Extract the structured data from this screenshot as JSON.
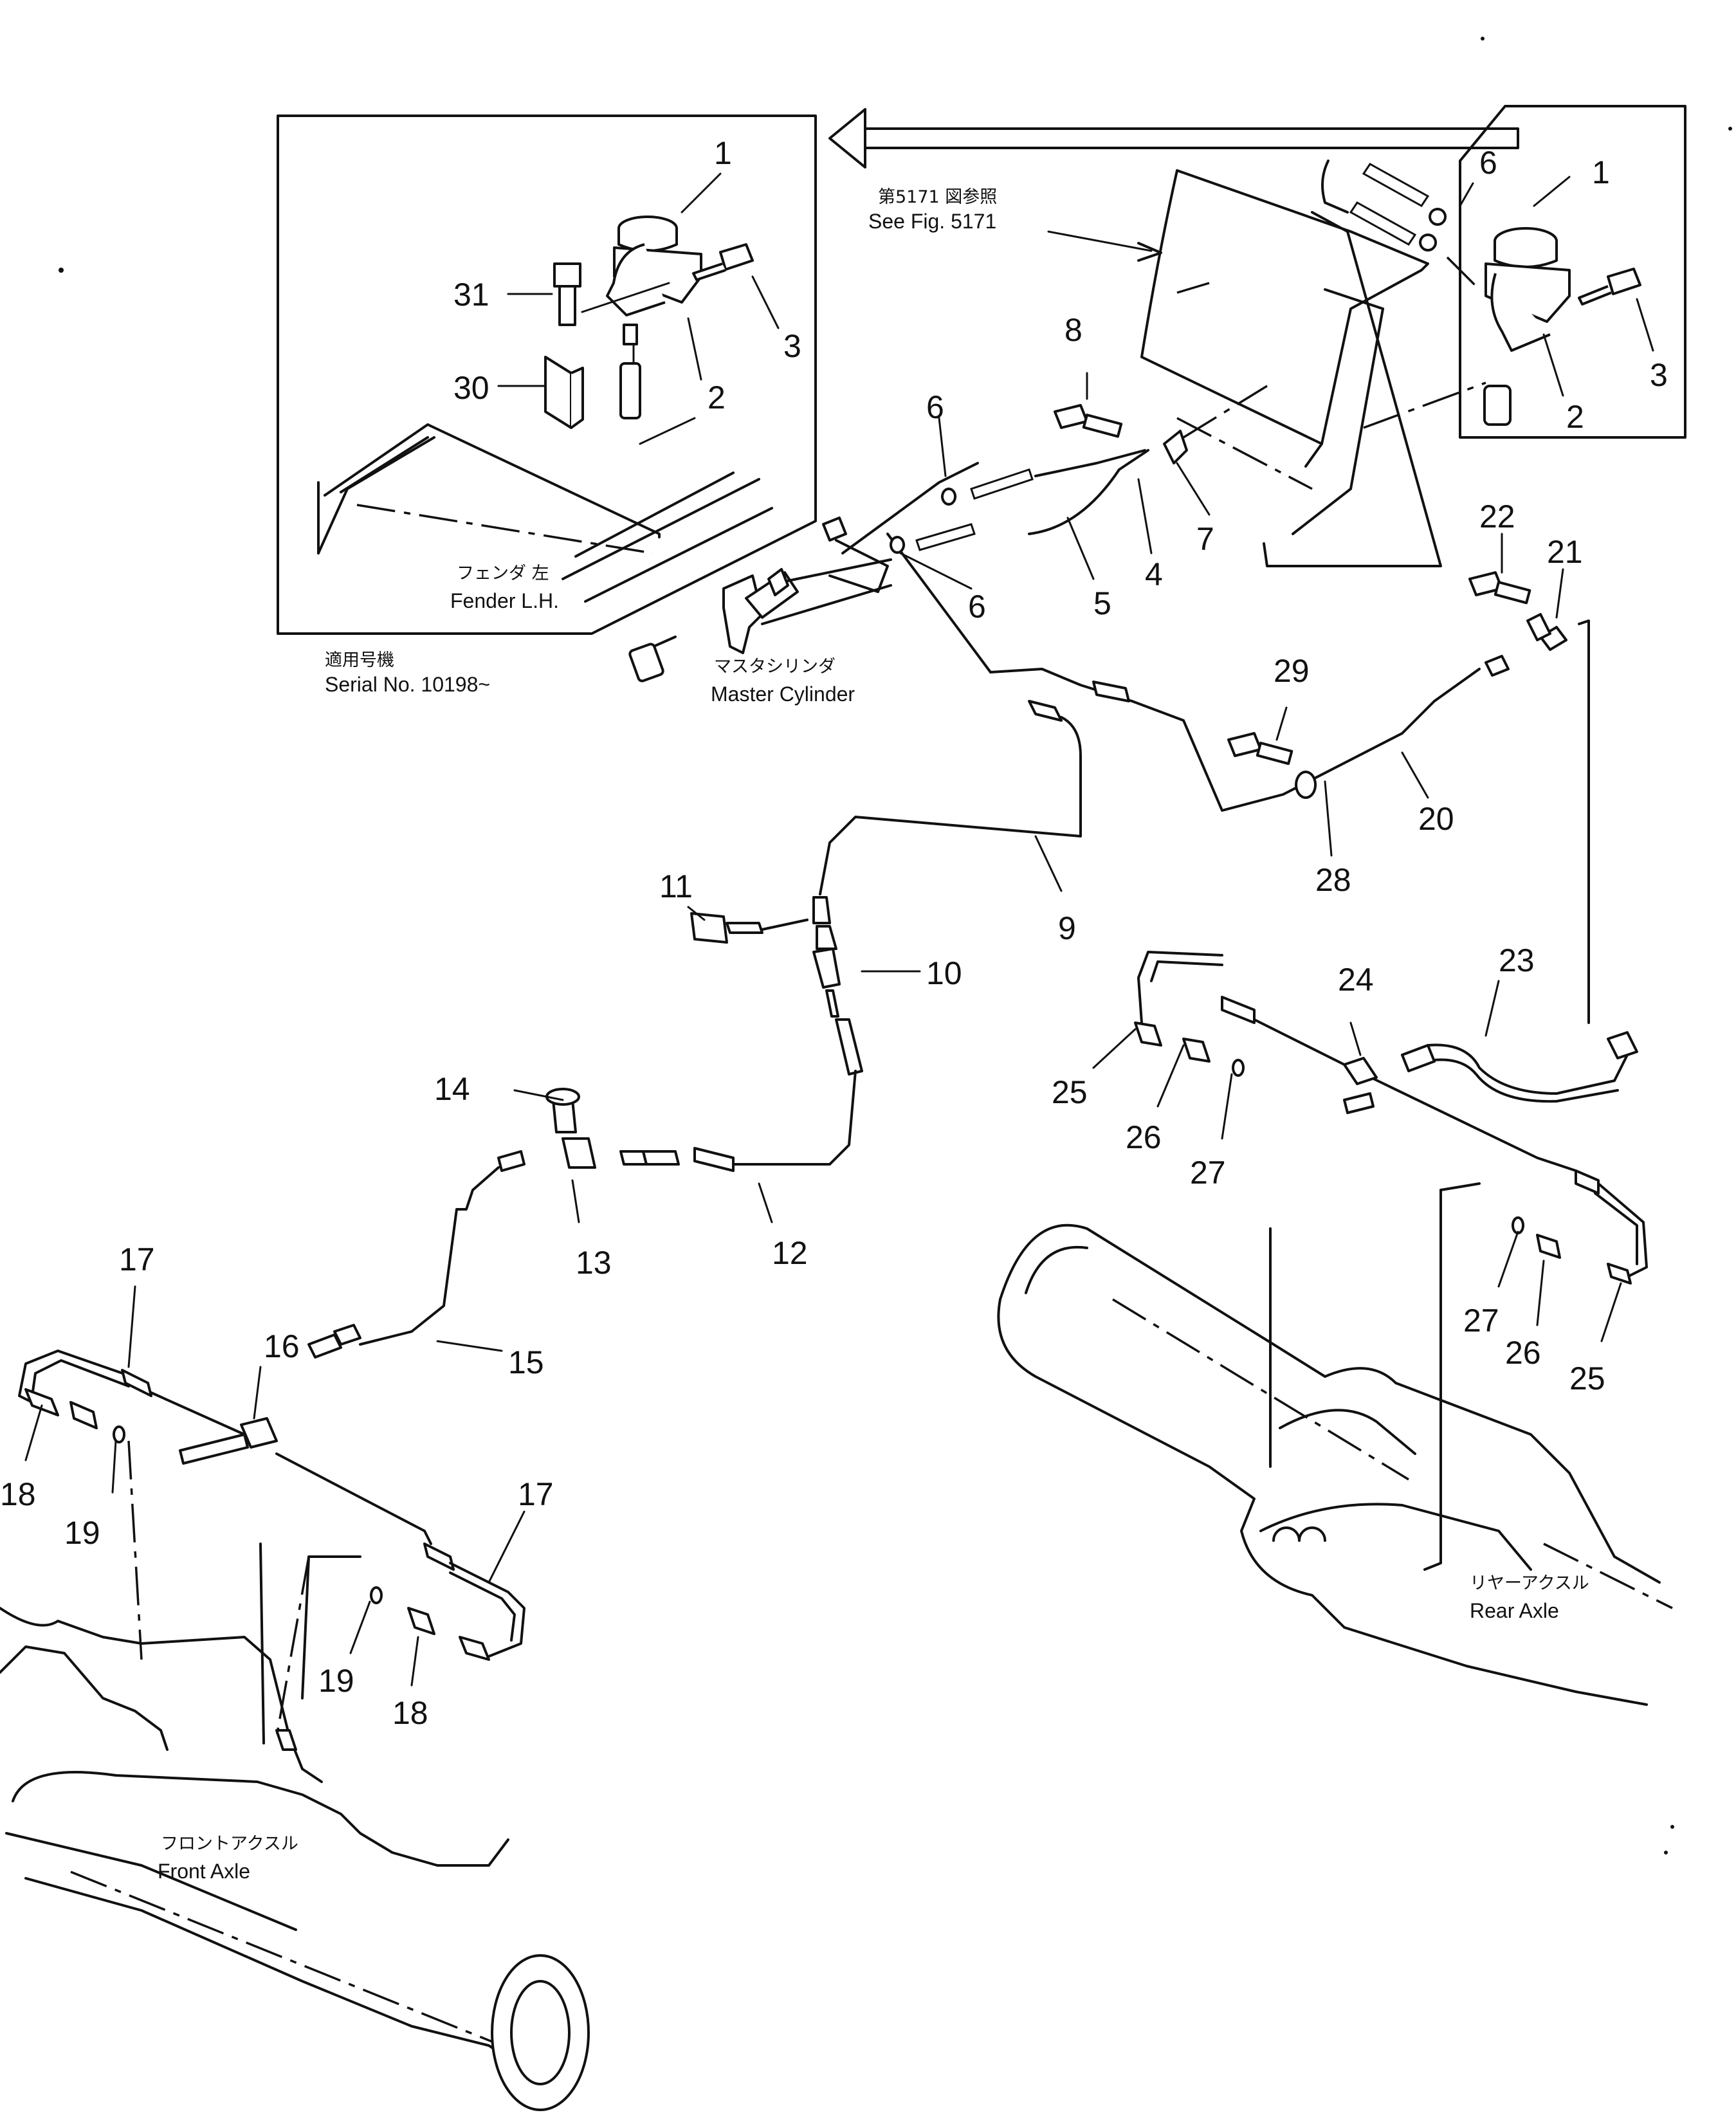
{
  "callouts": {
    "c1a": "1",
    "c2a": "2",
    "c3a": "3",
    "c30": "30",
    "c31": "31",
    "c1b": "1",
    "c2b": "2",
    "c3b": "3",
    "c6a": "6",
    "c8": "8",
    "c6b": "6",
    "c6c": "6",
    "c7": "7",
    "c4": "4",
    "c5": "5",
    "c22": "22",
    "c21": "21",
    "c29": "29",
    "c20": "20",
    "c28": "28",
    "c9": "9",
    "c11": "11",
    "c10": "10",
    "c14": "14",
    "c13": "13",
    "c12": "12",
    "c24": "24",
    "c23": "23",
    "c25a": "25",
    "c26a": "26",
    "c27a": "27",
    "c27b": "27",
    "c26b": "26",
    "c25b": "25",
    "c17a": "17",
    "c16": "16",
    "c15": "15",
    "c18a": "18",
    "c19a": "19",
    "c17b": "17",
    "c19b": "19",
    "c18b": "18"
  },
  "labels": {
    "fender_jp": "フェンダ 左",
    "fender_en": "Fender L.H.",
    "serial_jp": "適用号機",
    "serial_en": "Serial No. 10198~",
    "fig_jp": "第5171 図参照",
    "fig_en": "See Fig. 5171",
    "master_jp": "マスタシリンダ",
    "master_en": "Master Cylinder",
    "rear_jp": "リヤーアクスル",
    "rear_en": "Rear Axle",
    "front_jp": "フロントアクスル",
    "front_en": "Front Axle"
  }
}
